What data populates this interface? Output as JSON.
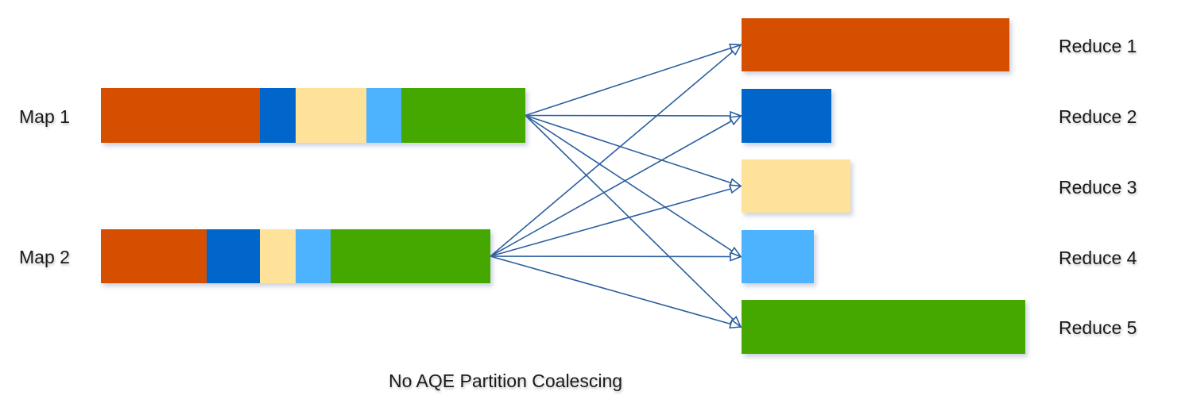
{
  "caption": "No AQE Partition Coalescing",
  "colors": {
    "p1": "#d64f00",
    "p2": "#0066cc",
    "p3": "#ffe299",
    "p4": "#4db3ff",
    "p5": "#44a800",
    "arrow": "#2b5f9e"
  },
  "maps": [
    {
      "label": "Map 1",
      "partitions": [
        {
          "id": "p1",
          "size": 200
        },
        {
          "id": "p2",
          "size": 45
        },
        {
          "id": "p3",
          "size": 89
        },
        {
          "id": "p4",
          "size": 44
        },
        {
          "id": "p5",
          "size": 156
        }
      ]
    },
    {
      "label": "Map 2",
      "partitions": [
        {
          "id": "p1",
          "size": 133
        },
        {
          "id": "p2",
          "size": 67
        },
        {
          "id": "p3",
          "size": 45
        },
        {
          "id": "p4",
          "size": 44
        },
        {
          "id": "p5",
          "size": 201
        }
      ]
    }
  ],
  "reduces": [
    {
      "label": "Reduce 1",
      "id": "p1",
      "size": 337
    },
    {
      "label": "Reduce 2",
      "id": "p2",
      "size": 113
    },
    {
      "label": "Reduce 3",
      "id": "p3",
      "size": 137
    },
    {
      "label": "Reduce 4",
      "id": "p4",
      "size": 91
    },
    {
      "label": "Reduce 5",
      "id": "p5",
      "size": 357
    }
  ]
}
